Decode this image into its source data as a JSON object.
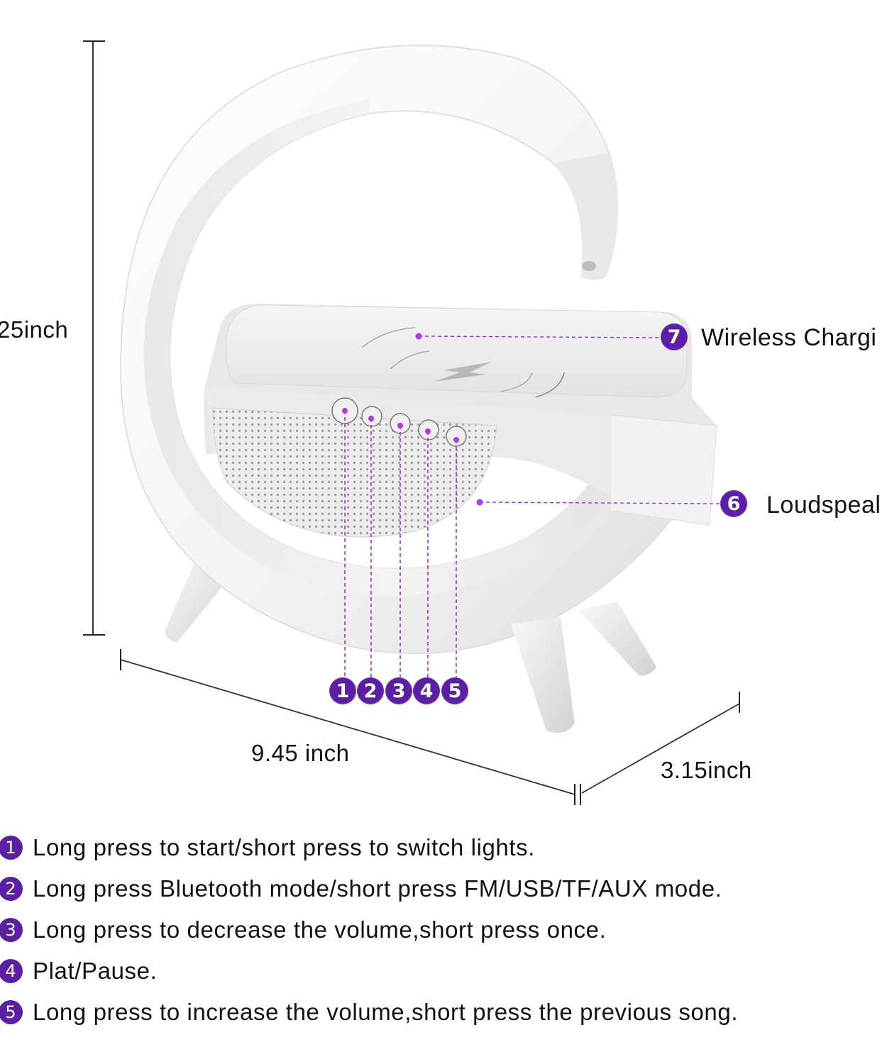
{
  "dimensions": {
    "height": "25inch",
    "width": "9.45 inch",
    "depth": "3.15inch"
  },
  "callouts": [
    {
      "number": "7",
      "label": "Wireless Chargi",
      "target": "wireless-charging-pad"
    },
    {
      "number": "6",
      "label": "Loudspeal",
      "target": "loudspeaker-grille"
    }
  ],
  "button_badges": [
    "1",
    "2",
    "3",
    "4",
    "5"
  ],
  "legend": [
    {
      "number": "1",
      "text": "Long press to start/short press to switch lights."
    },
    {
      "number": "2",
      "text": "Long press Bluetooth mode/short press FM/USB/TF/AUX mode."
    },
    {
      "number": "3",
      "text": "Long press to decrease the volume,short press once."
    },
    {
      "number": "4",
      "text": "Plat/Pause."
    },
    {
      "number": "5",
      "text": "Long press to increase the volume,short press the previous song."
    }
  ],
  "colors": {
    "accent_purple": "#5b1fa6",
    "guide_line": "#9b30d9",
    "product_white": "#f3f3f3",
    "product_shadow": "#d9d9d9"
  }
}
